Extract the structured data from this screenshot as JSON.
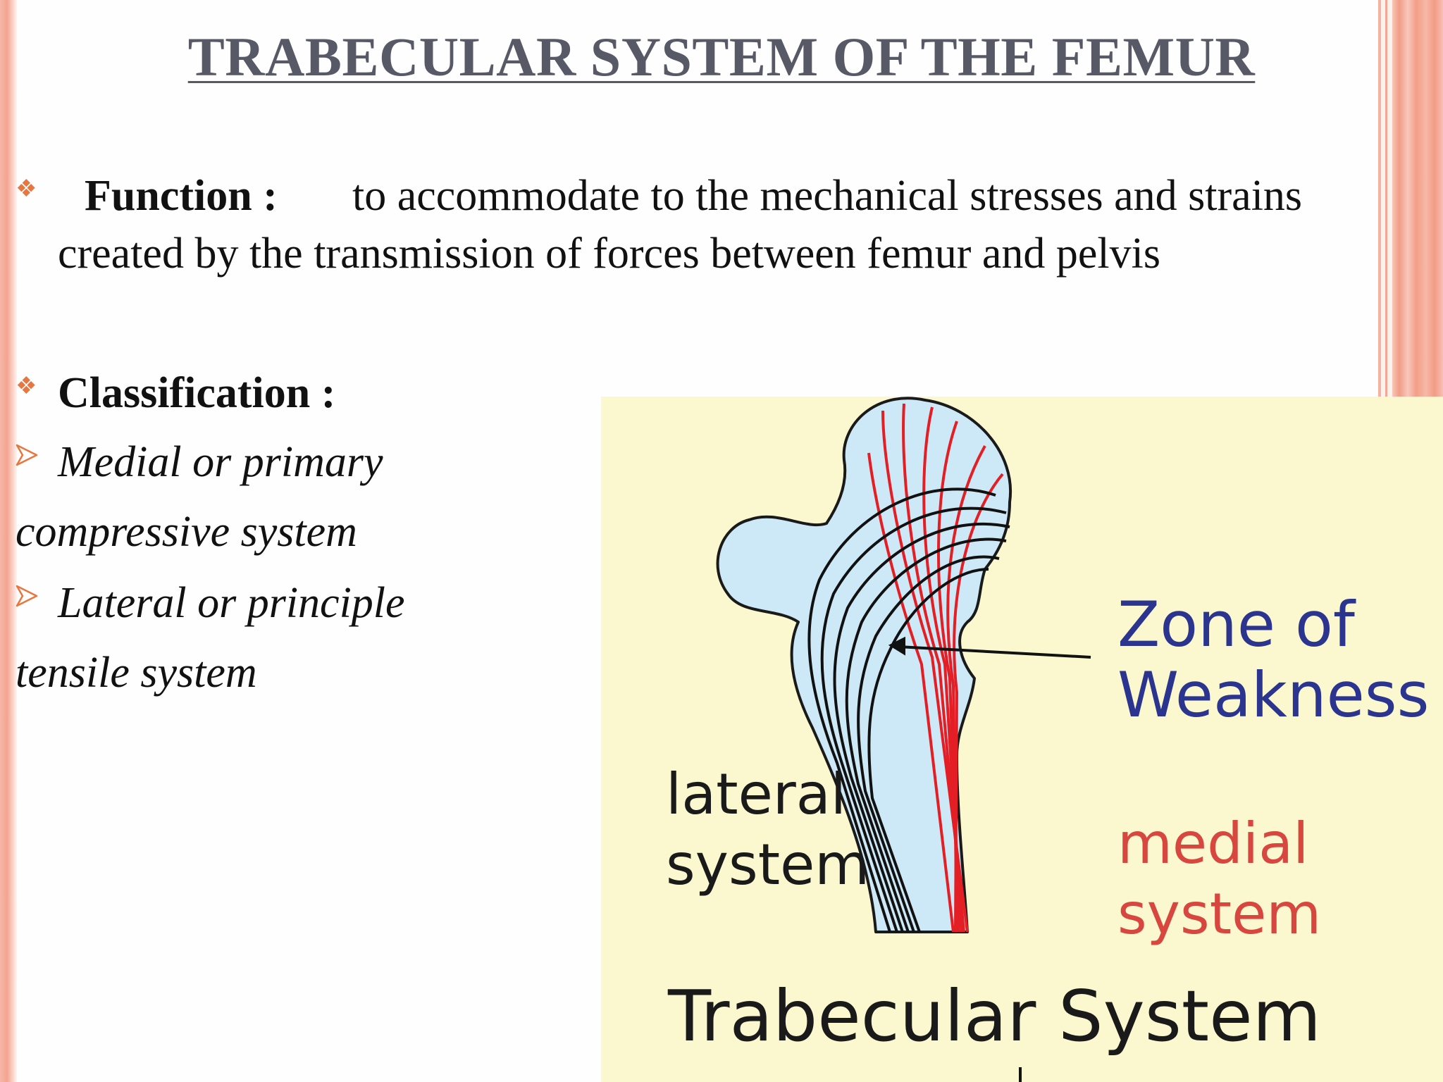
{
  "slide": {
    "title": "TRABECULAR SYSTEM OF THE FEMUR",
    "function": {
      "label": "Function :",
      "text_line1": "to accommodate to the mechanical stresses and strains",
      "text_line2": "created by the transmission of forces between femur and pelvis"
    },
    "classification": {
      "label": "Classification :",
      "items": [
        {
          "line1": "Medial or primary",
          "line2": "compressive system"
        },
        {
          "line1": "Lateral or principle",
          "line2": "tensile system"
        }
      ]
    }
  },
  "figure": {
    "zone_line1": "Zone of",
    "zone_line2": "Weakness",
    "lateral_line1": "lateral",
    "lateral_line2": "system",
    "medial_line1": "medial",
    "medial_line2": "system",
    "caption": "Trabecular System"
  },
  "colors": {
    "accent": "#e8763e",
    "title": "#575a66",
    "figure_background": "#fbf8cf",
    "bone": "#cde8f6",
    "medial_trabeculae": "#e31e24",
    "zone_label": "#2b3590",
    "medial_label": "#d8473f"
  }
}
